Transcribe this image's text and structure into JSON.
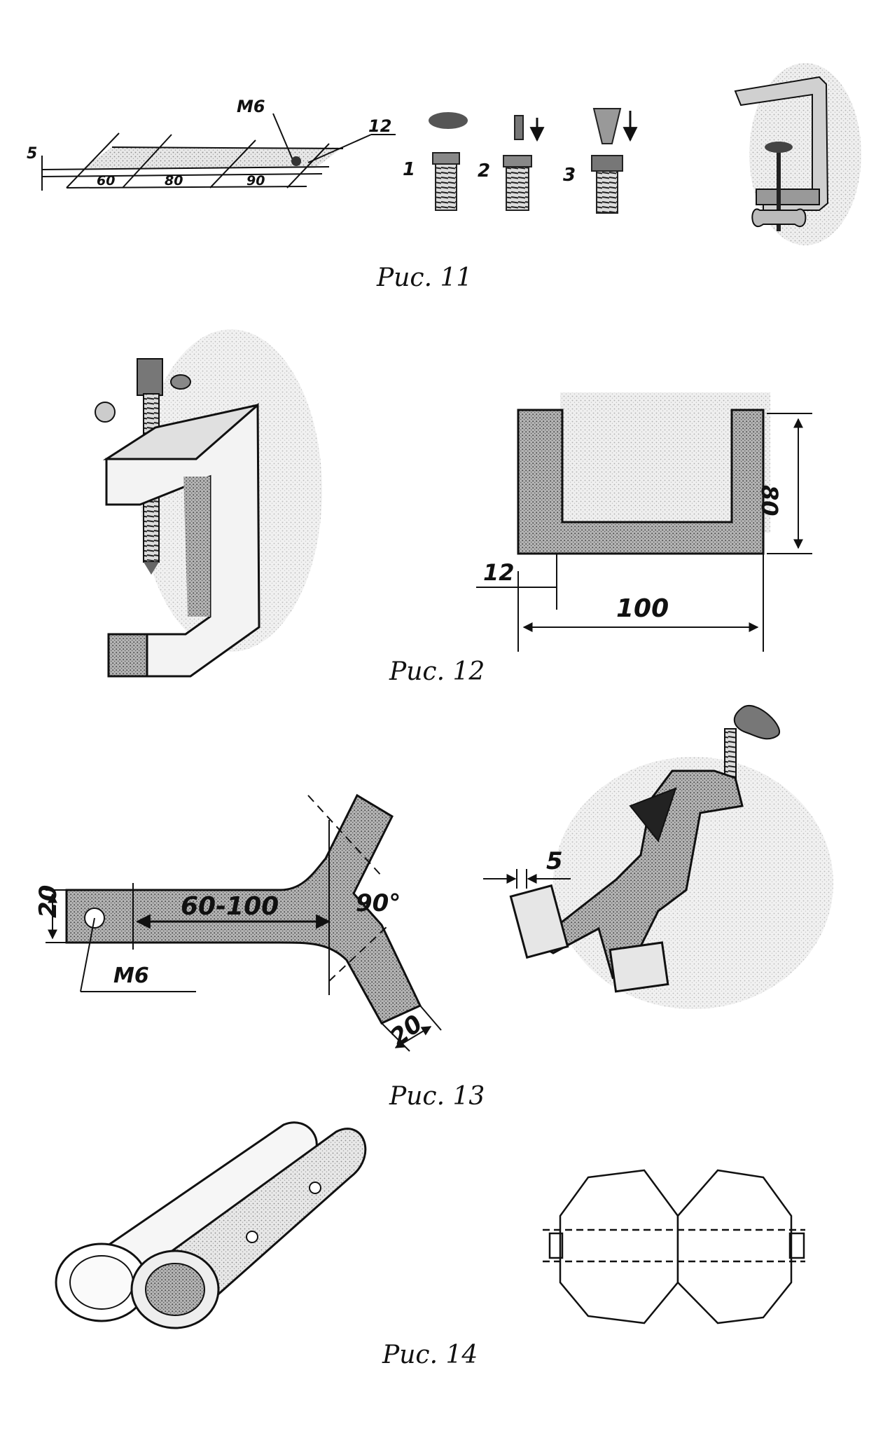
{
  "fig11": {
    "caption": "Рис. 11",
    "strip": {
      "d5": "5",
      "m6": "М6",
      "d12": "12",
      "d60": "60",
      "d80": "80",
      "d90": "90"
    },
    "steps": [
      "1",
      "2",
      "3"
    ]
  },
  "fig12": {
    "caption": "Рис. 12",
    "dims": {
      "d12": "12",
      "d100": "100",
      "d80": "80"
    }
  },
  "fig13": {
    "caption": "Рис. 13",
    "dims": {
      "d20a": "20",
      "range": "60-100",
      "angle": "90°",
      "m6": "М6",
      "d20b": "20",
      "d5": "5"
    }
  },
  "fig14": {
    "caption": "Рис. 14"
  }
}
